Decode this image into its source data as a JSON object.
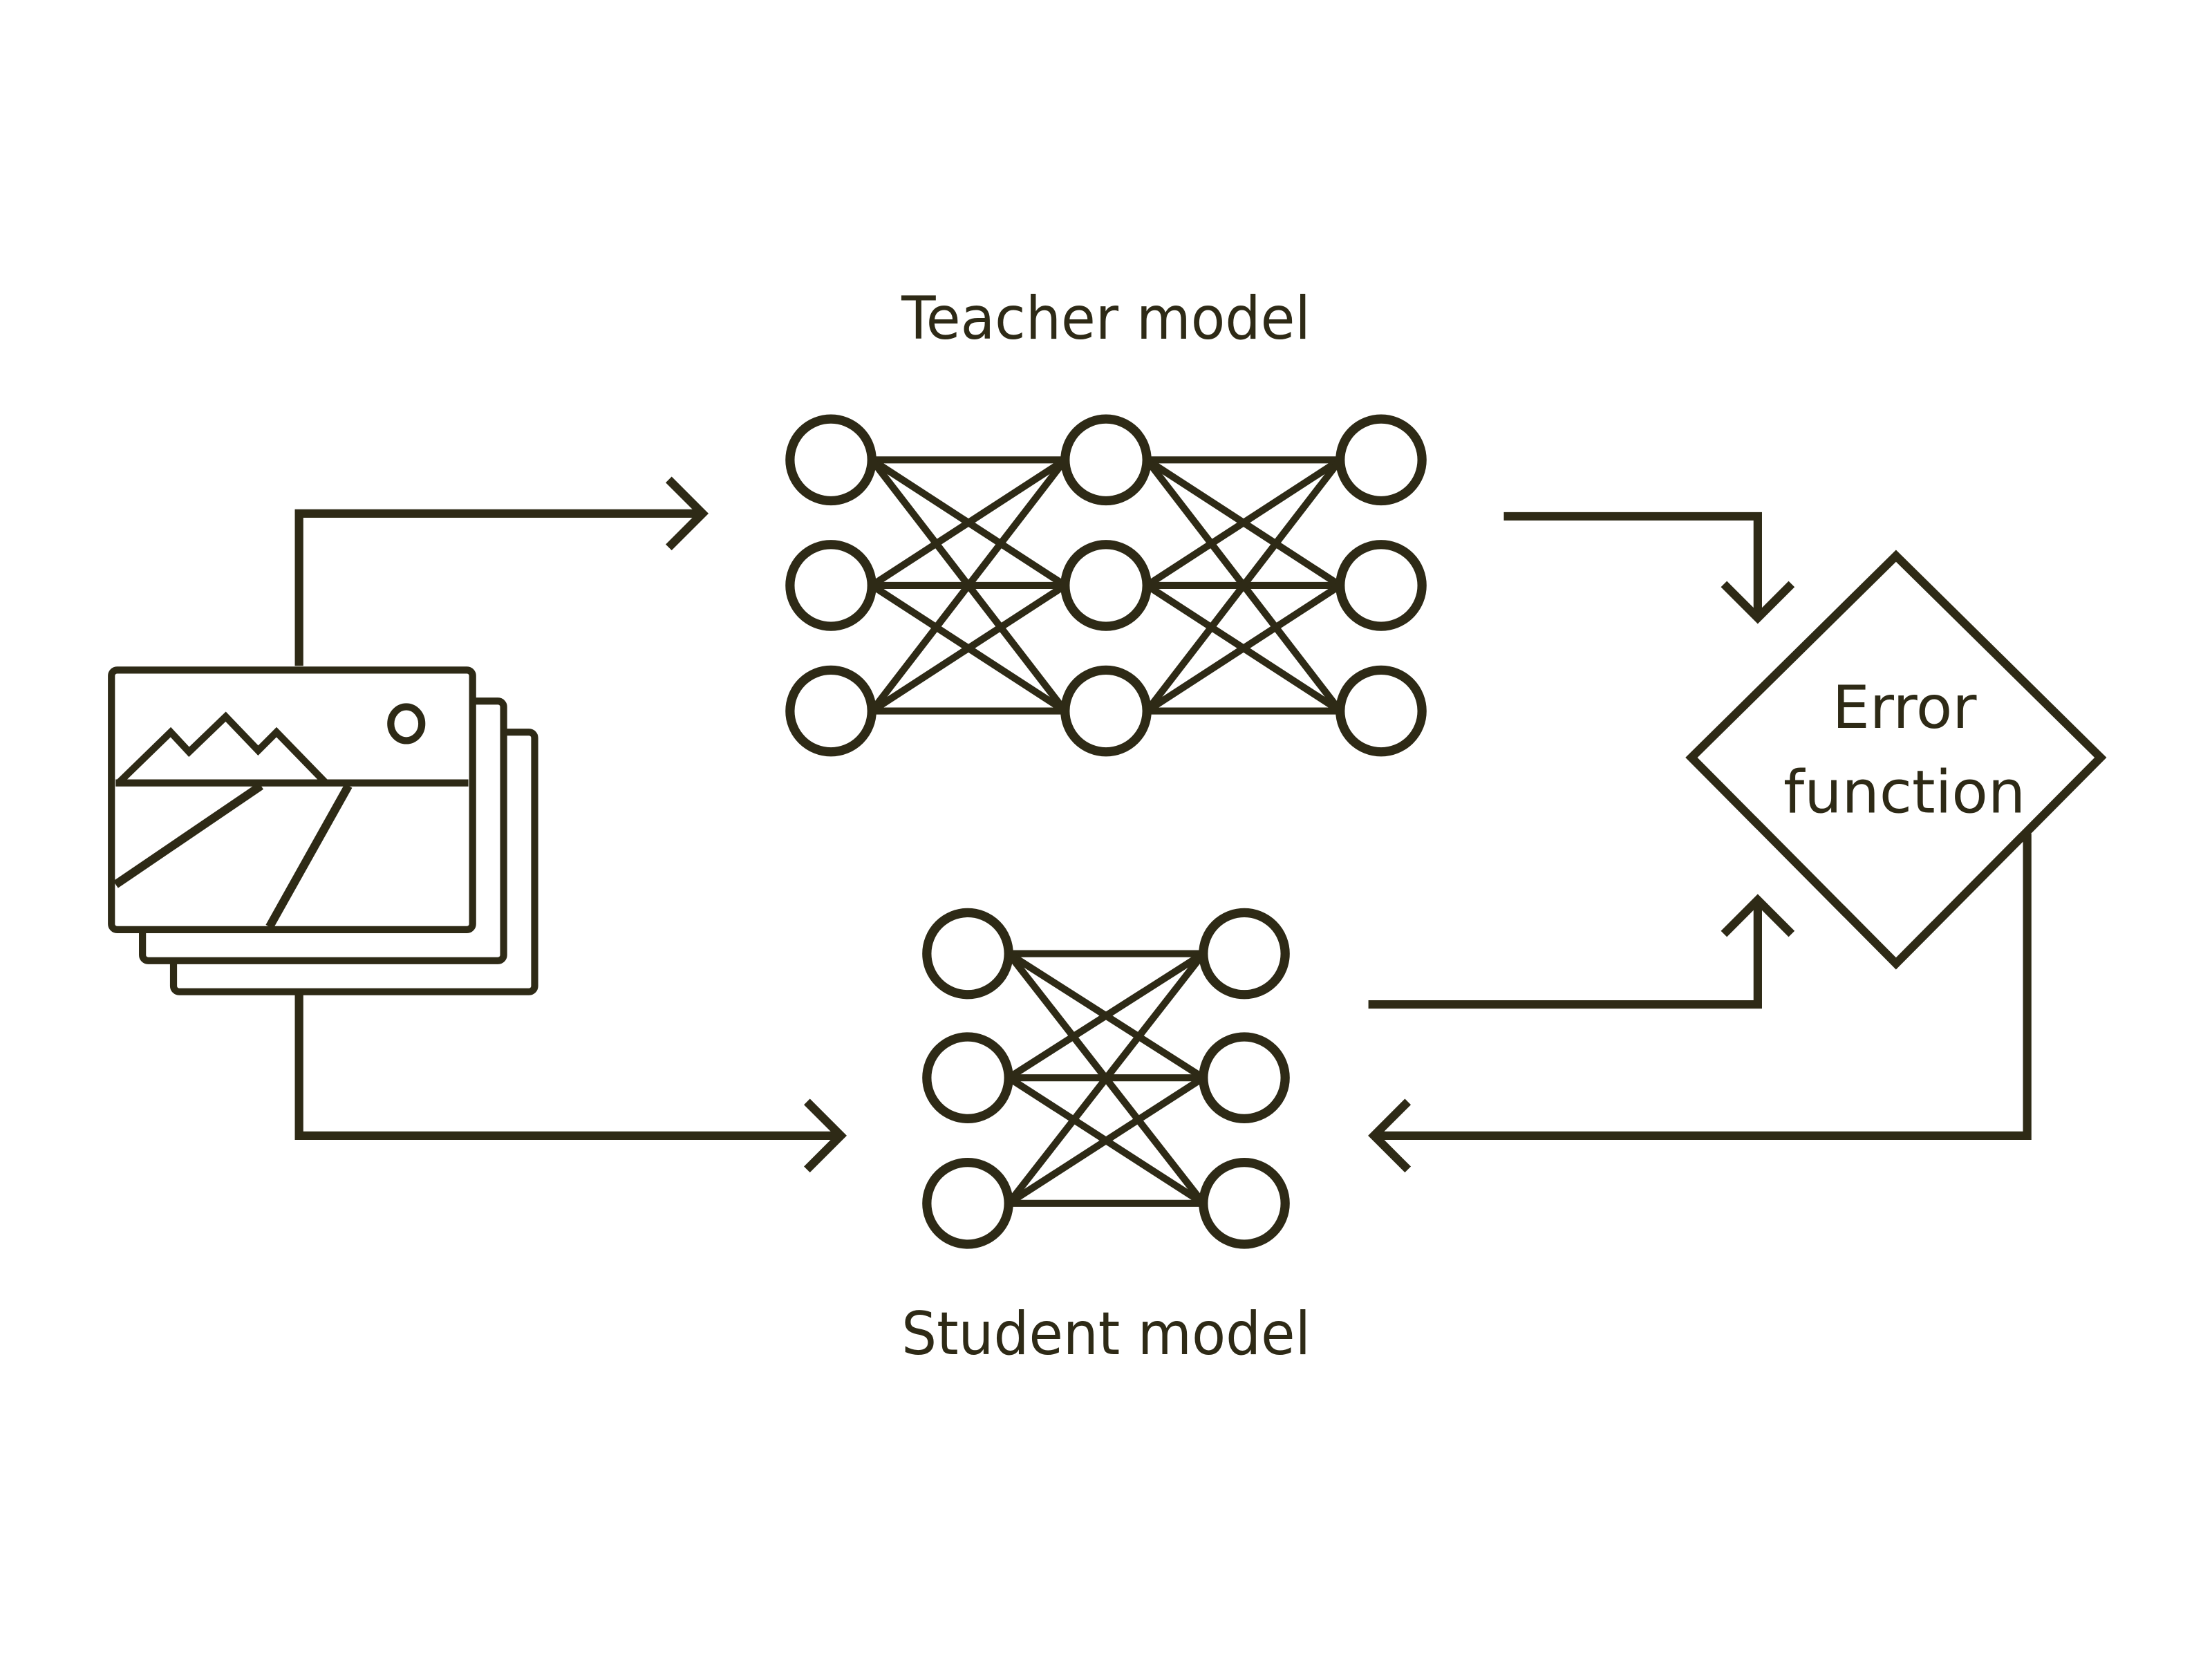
{
  "diagram": {
    "title": "Knowledge distillation",
    "teacher": {
      "label": "Teacher model",
      "layers": [
        3,
        3,
        3
      ]
    },
    "student": {
      "label": "Student model",
      "layers": [
        3,
        3
      ]
    },
    "error_function": {
      "line1": "Error",
      "line2": "function"
    },
    "input": {
      "icon": "image-stack-icon"
    },
    "edges": [
      {
        "from": "input",
        "to": "teacher"
      },
      {
        "from": "input",
        "to": "student"
      },
      {
        "from": "teacher",
        "to": "error_function"
      },
      {
        "from": "student",
        "to": "error_function"
      },
      {
        "from": "error_function",
        "to": "student"
      }
    ],
    "colors": {
      "ink": "#2e2a16",
      "background": "#ffffff"
    }
  }
}
